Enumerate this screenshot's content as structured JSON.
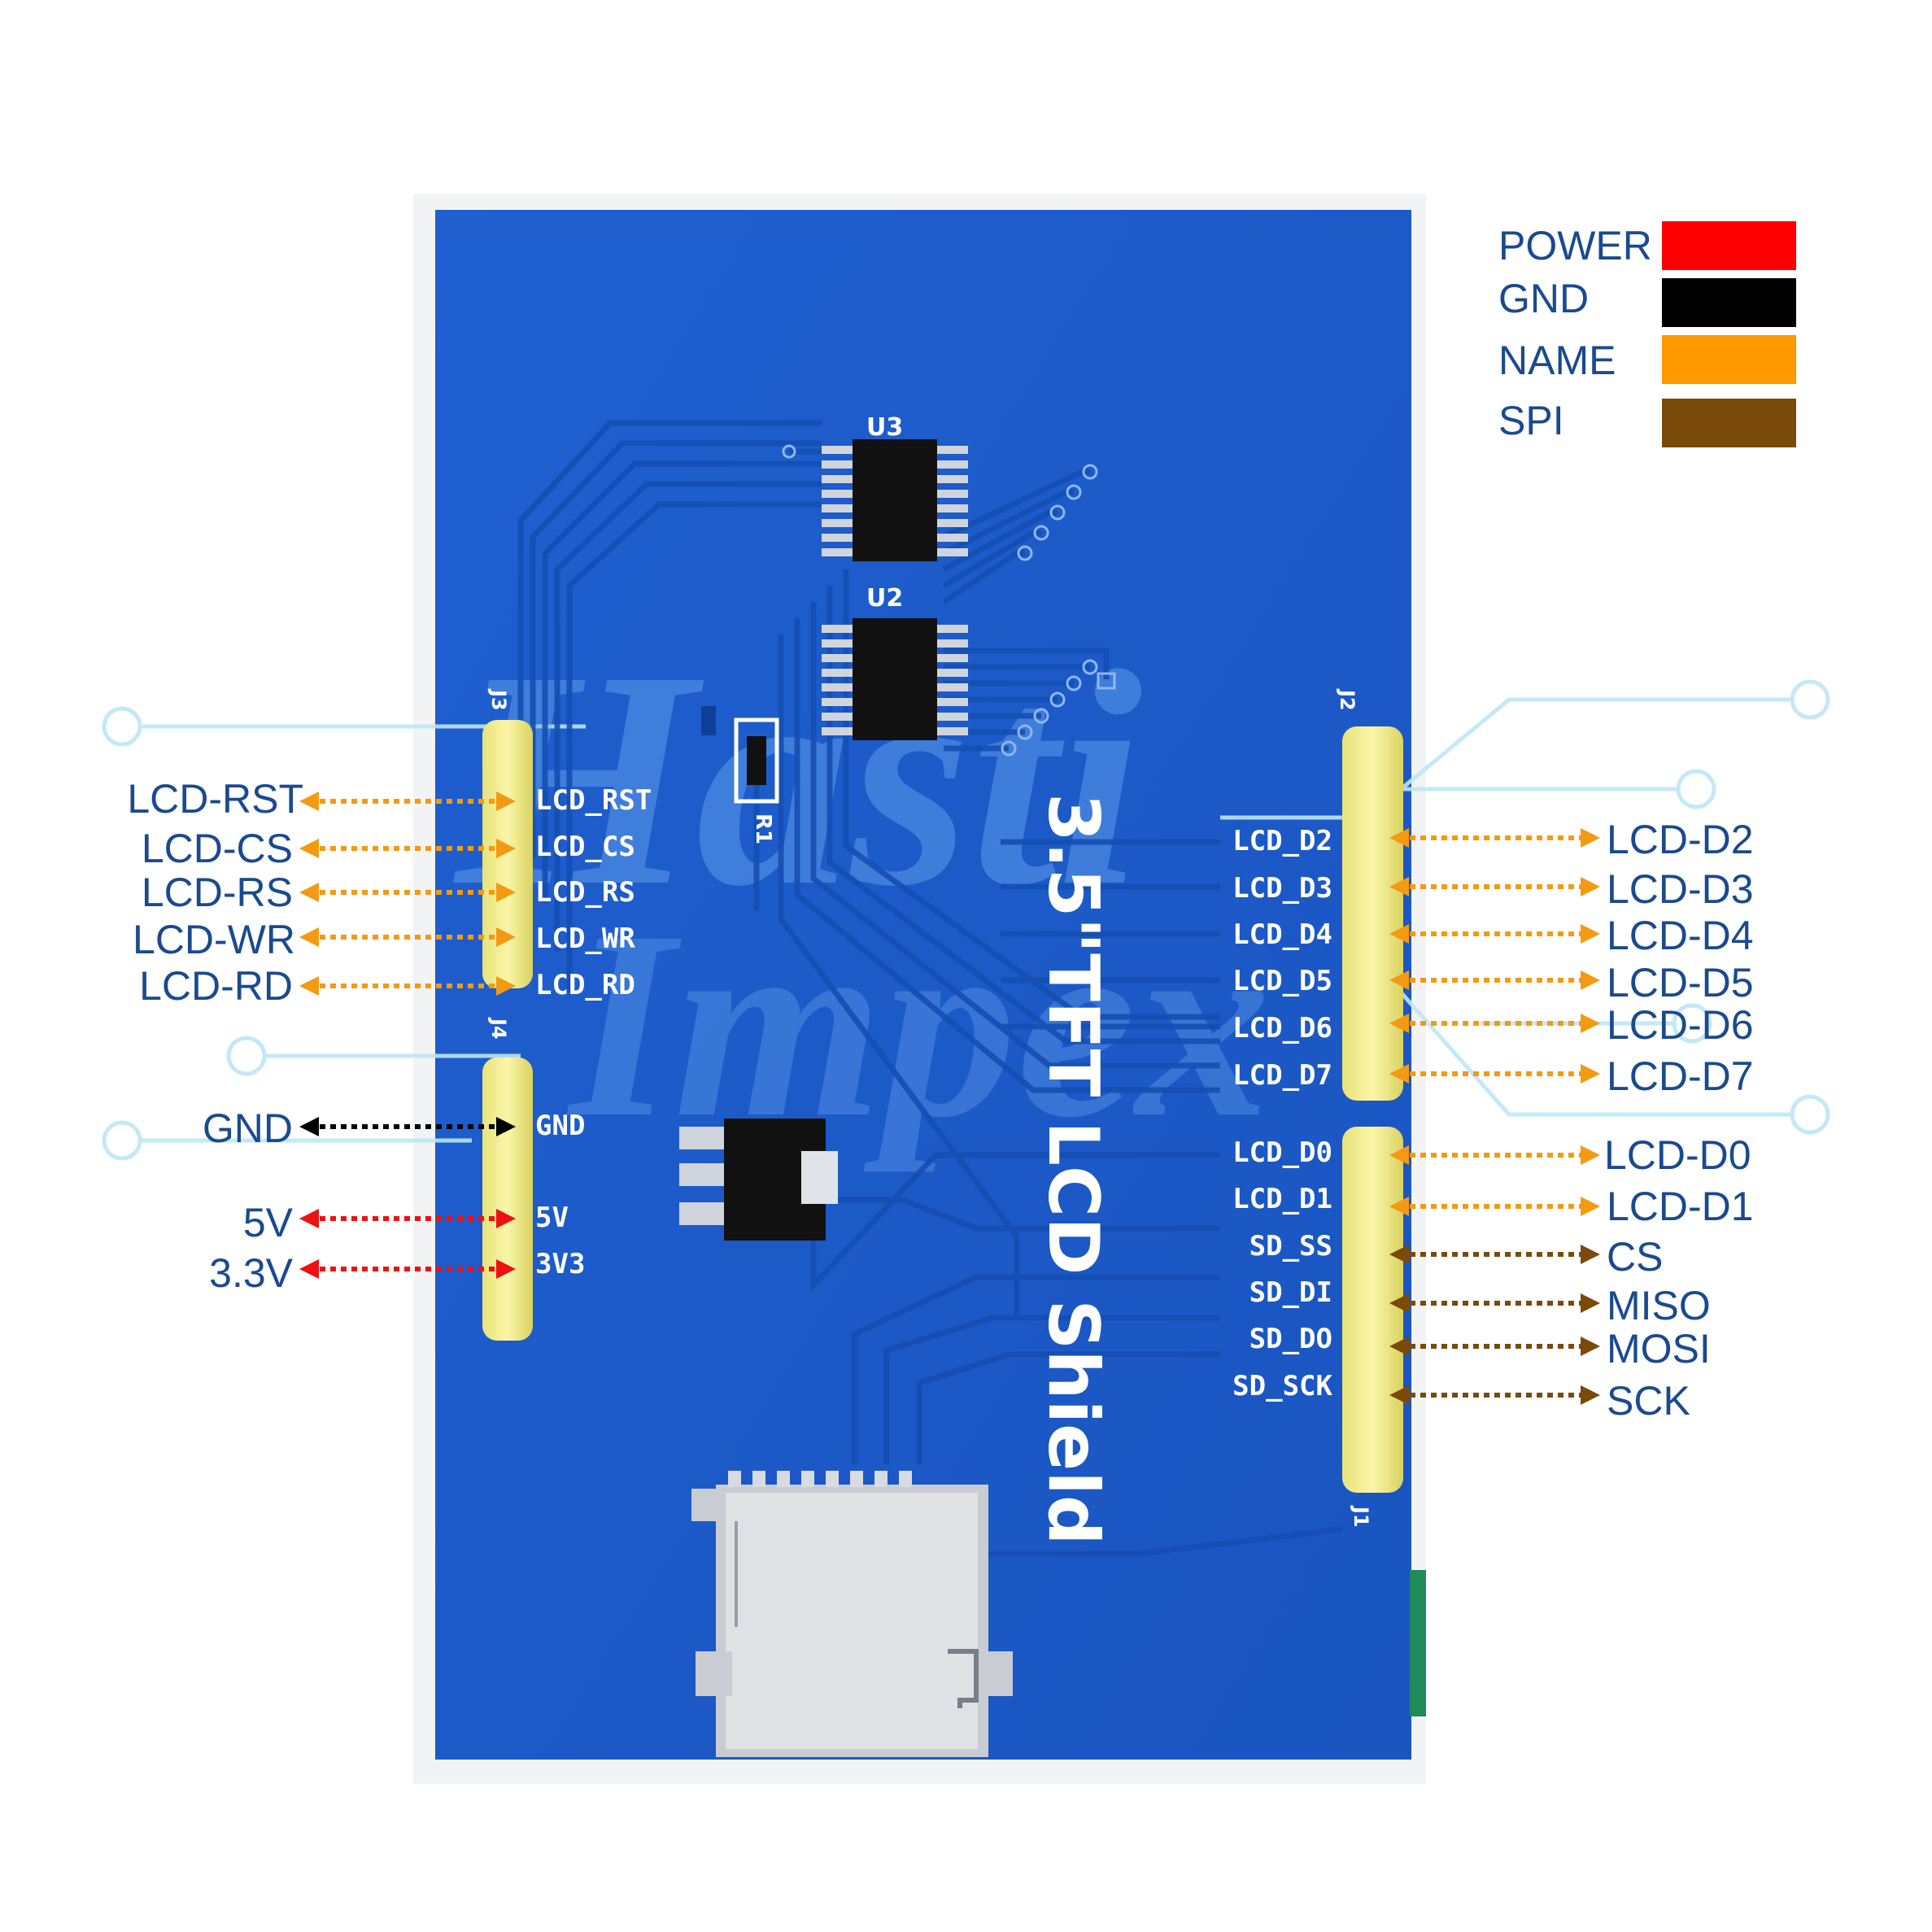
{
  "board": {
    "title": "3.5\"TFT LCD Shield",
    "watermark_top": "Hasti",
    "watermark_bottom": "Impex",
    "refs": {
      "u3": "U3",
      "u2": "U2",
      "r1": "R1",
      "j1": "J1",
      "j2": "J2",
      "j3": "J3",
      "j4": "J4"
    },
    "silkscreen_left_j3": [
      "LCD_RST",
      "LCD_CS",
      "LCD_RS",
      "LCD_WR",
      "LCD_RD"
    ],
    "silkscreen_left_j4": [
      "GND",
      "5V",
      "3V3"
    ],
    "silkscreen_right": [
      "LCD_D2",
      "LCD_D3",
      "LCD_D4",
      "LCD_D5",
      "LCD_D6",
      "LCD_D7",
      "LCD_D0",
      "LCD_D1",
      "SD_SS",
      "SD_DI",
      "SD_DO",
      "SD_SCK"
    ]
  },
  "legend": [
    {
      "label": "POWER",
      "color": "#ff0000"
    },
    {
      "label": "GND",
      "color": "#000000"
    },
    {
      "label": "NAME",
      "color": "#ff9900"
    },
    {
      "label": "SPI",
      "color": "#7a4a0a"
    }
  ],
  "pins_left": [
    {
      "label": "LCD-RST",
      "type": "NAME"
    },
    {
      "label": "LCD-CS",
      "type": "NAME"
    },
    {
      "label": "LCD-RS",
      "type": "NAME"
    },
    {
      "label": "LCD-WR",
      "type": "NAME"
    },
    {
      "label": "LCD-RD",
      "type": "NAME"
    },
    {
      "label": "GND",
      "type": "GND"
    },
    {
      "label": "5V",
      "type": "POWER"
    },
    {
      "label": "3.3V",
      "type": "POWER"
    }
  ],
  "pins_right": [
    {
      "label": "LCD-D2",
      "type": "NAME"
    },
    {
      "label": "LCD-D3",
      "type": "NAME"
    },
    {
      "label": "LCD-D4",
      "type": "NAME"
    },
    {
      "label": "LCD-D5",
      "type": "NAME"
    },
    {
      "label": "LCD-D6",
      "type": "NAME"
    },
    {
      "label": "LCD-D7",
      "type": "NAME"
    },
    {
      "label": "LCD-D0",
      "type": "NAME"
    },
    {
      "label": "LCD-D1",
      "type": "NAME"
    },
    {
      "label": "CS",
      "type": "SPI"
    },
    {
      "label": "MISO",
      "type": "SPI"
    },
    {
      "label": "MOSI",
      "type": "SPI"
    },
    {
      "label": "SCK",
      "type": "SPI"
    }
  ]
}
